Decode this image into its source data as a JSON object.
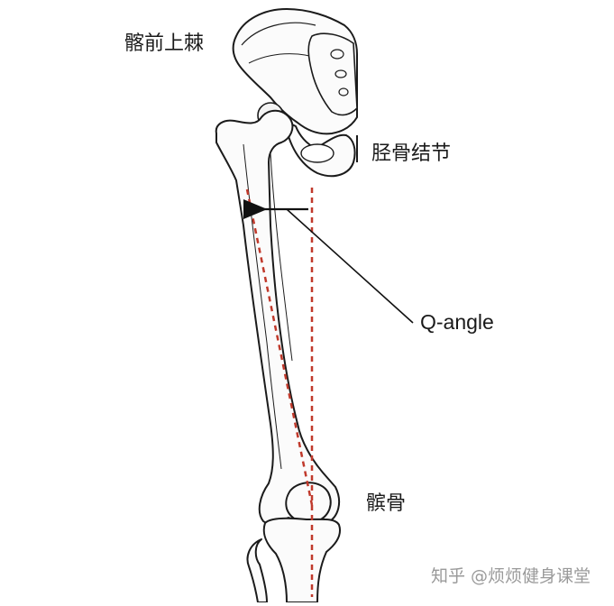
{
  "labels": {
    "asis": "髂前上棘",
    "tibial_tuberosity": "胫骨结节",
    "q_angle": "Q-angle",
    "patella": "髌骨"
  },
  "watermark": "知乎 @烦烦健身课堂",
  "colors": {
    "bone_fill": "#fbfbfb",
    "bone_stroke": "#1b1b1b",
    "axis_line": "#c0392b",
    "arrow": "#111111",
    "background": "#ffffff"
  }
}
